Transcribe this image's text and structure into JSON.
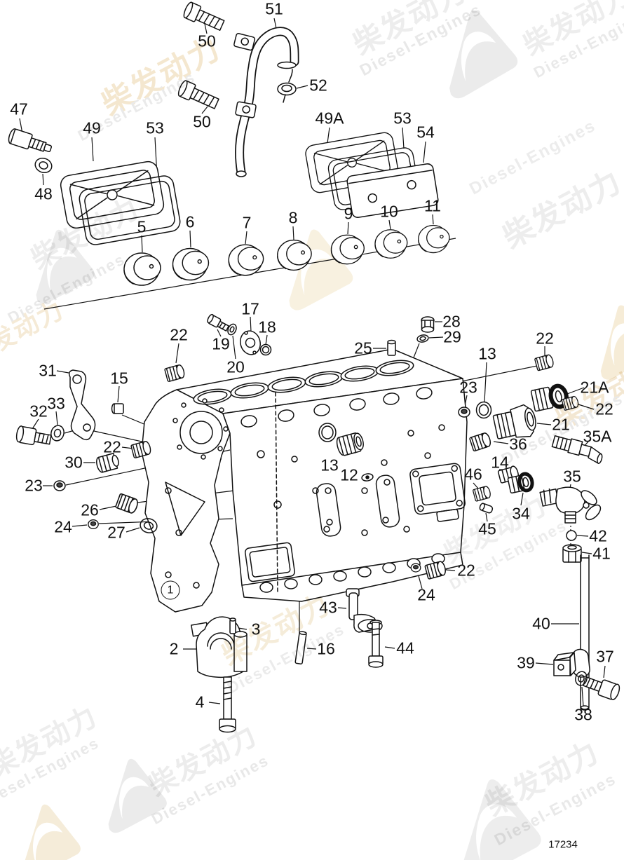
{
  "drawing": {
    "number": "17234"
  },
  "watermark": {
    "cn": "柴发动力",
    "en": "Diesel-Engines",
    "gray_color": "#ececec",
    "warm_color": "#f5ead6"
  },
  "callouts": {
    "k1": "1",
    "k2": "2",
    "k3": "3",
    "k4": "4",
    "k5": "5",
    "k6": "6",
    "k7": "7",
    "k8": "8",
    "k9": "9",
    "k10": "10",
    "k11": "11",
    "k12": "12",
    "k13_mid": "13",
    "k13_right": "13",
    "k14": "14",
    "k15": "15",
    "k16": "16",
    "k17": "17",
    "k18": "18",
    "k19": "19",
    "k20": "20",
    "k21": "21",
    "k21a": "21A",
    "k22_a": "22",
    "k22_b": "22",
    "k22_c": "22",
    "k22_d": "22",
    "k22_e": "22",
    "k23_left": "23",
    "k23_right": "23",
    "k24_left": "24",
    "k24_right": "24",
    "k25": "25",
    "k26": "26",
    "k27": "27",
    "k28": "28",
    "k29": "29",
    "k30": "30",
    "k31": "31",
    "k32": "32",
    "k33": "33",
    "k34": "34",
    "k35": "35",
    "k35a": "35A",
    "k36": "36",
    "k37": "37",
    "k38": "38",
    "k39": "39",
    "k40": "40",
    "k41": "41",
    "k42": "42",
    "k43": "43",
    "k44": "44",
    "k45": "45",
    "k46": "46",
    "k47": "47",
    "k48": "48",
    "k49": "49",
    "k49a": "49A",
    "k50_top": "50",
    "k50_mid": "50",
    "k51": "51",
    "k52": "52",
    "k53_left": "53",
    "k53_right": "53",
    "k54": "54"
  }
}
